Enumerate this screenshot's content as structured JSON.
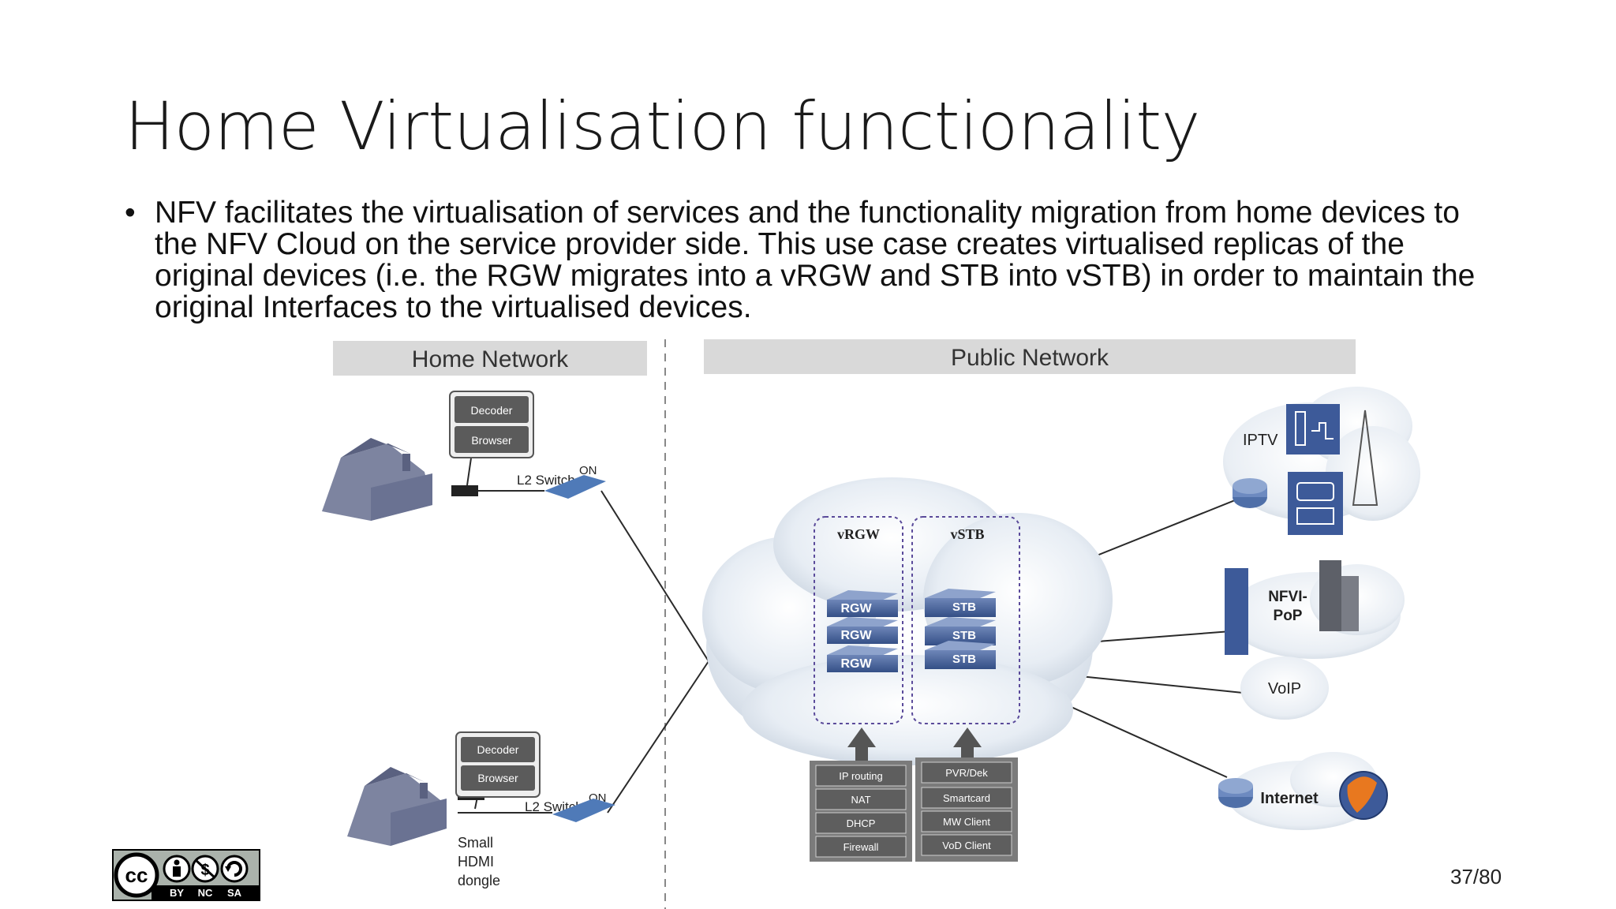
{
  "slide": {
    "title": "Home Virtualisation functionality",
    "bullet": "NFV facilitates the virtualisation of services and the functionality migration from home devices to the NFV Cloud on the service provider side. This use case creates virtualised replicas of the original devices (i.e. the RGW migrates into a vRGW and STB into vSTB) in order to maintain the original Interfaces to the virtualised devices.",
    "page_number": "37/80"
  },
  "diagram": {
    "home_network_label": "Home Network",
    "public_network_label": "Public Network",
    "home_top": {
      "decoder": "Decoder",
      "browser": "Browser",
      "switch": "L2 Switch",
      "on": "ON"
    },
    "home_bottom": {
      "decoder": "Decoder",
      "browser": "Browser",
      "switch": "L2 Switch",
      "on": "ON",
      "dongle_1": "Small",
      "dongle_2": "HDMI",
      "dongle_3": "dongle"
    },
    "vrgw": {
      "label": "vRGW",
      "items": [
        "RGW",
        "RGW",
        "RGW"
      ]
    },
    "vstb": {
      "label": "vSTB",
      "items": [
        "STB",
        "STB",
        "STB"
      ]
    },
    "rgw_functions": [
      "IP routing",
      "NAT",
      "DHCP",
      "Firewall"
    ],
    "stb_functions": [
      "PVR/Dek",
      "Smartcard",
      "MW Client",
      "VoD Client"
    ],
    "services": {
      "iptv": "IPTV",
      "nfvi_1": "NFVI-",
      "nfvi_2": "PoP",
      "voip": "VoIP",
      "internet": "Internet"
    }
  },
  "license": {
    "cc": "cc",
    "by": "BY",
    "nc": "NC",
    "sa": "SA"
  },
  "colors": {
    "band": "#d6d6d6",
    "house": "#6e7590",
    "device_blue": "#3d5a99",
    "cloud": "#e4ebf3",
    "box_dark": "#5a5a5a"
  }
}
